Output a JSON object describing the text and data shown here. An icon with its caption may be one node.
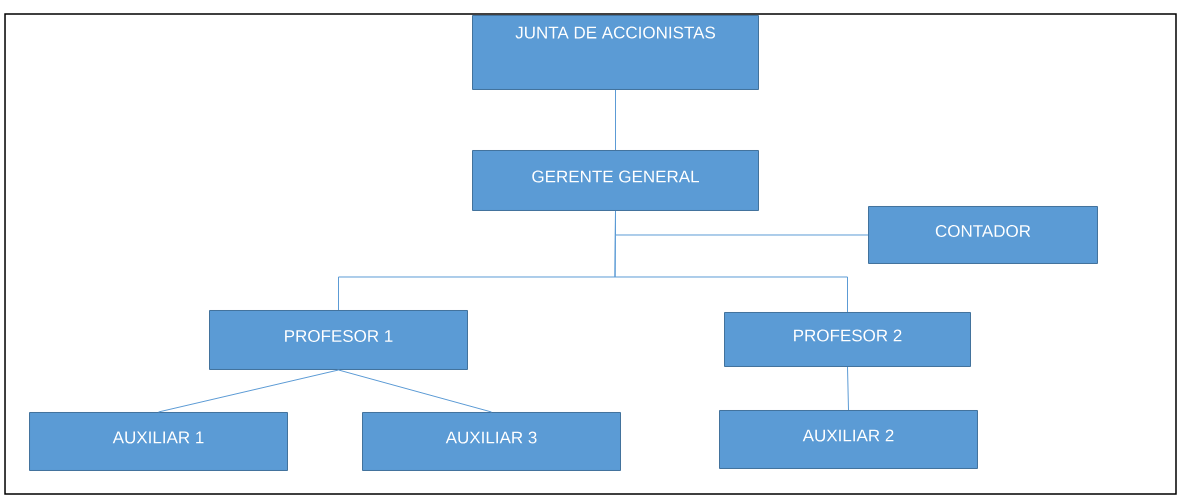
{
  "diagram": {
    "nodes": [
      {
        "text": [
          "JUNTA DE ACCIONISTAS"
        ]
      },
      {
        "text": [
          "GERENTE GENERAL"
        ]
      },
      {
        "text": [
          "CONTADOR"
        ]
      },
      {
        "text": [
          "PROFESOR 1"
        ]
      },
      {
        "text": [
          "PROFESOR 2"
        ]
      },
      {
        "text": [
          "AUXILIAR 1"
        ]
      },
      {
        "text": [
          "AUXILIAR 3"
        ]
      },
      {
        "text": [
          "AUXILIAR 2"
        ]
      }
    ],
    "edges": [
      {
        "from": 0,
        "to": 1,
        "arrow": "none"
      },
      {
        "from": 1,
        "to": 2,
        "arrow": "none"
      },
      {
        "from": 1,
        "to": 3,
        "arrow": "none"
      },
      {
        "from": 1,
        "to": 4,
        "arrow": "none"
      },
      {
        "from": 3,
        "to": 5,
        "arrow": "none"
      },
      {
        "from": 3,
        "to": 6,
        "arrow": "none"
      },
      {
        "from": 4,
        "to": 7,
        "arrow": "none"
      }
    ]
  }
}
